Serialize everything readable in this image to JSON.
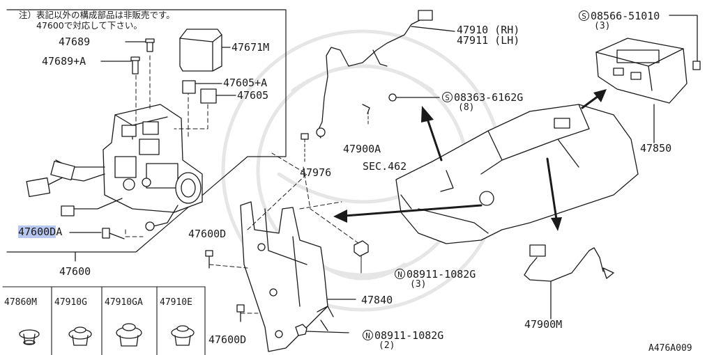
{
  "note": {
    "line1": "注）表記以外の構成部品は非販売です。",
    "line2": "47600で対応して下さい。"
  },
  "labels": {
    "p47689": "47689",
    "p47689a": "47689+A",
    "p47671m": "47671M",
    "p47605a": "47605+A",
    "p47605": "47605",
    "p47600d_hl": "47600D",
    "p47600d_hl_suffix": "A",
    "p47600": "47600",
    "p47910rh": "47910 (RH)",
    "p47911lh": "47911 (LH)",
    "p08363_sym": "S",
    "p08363": "08363-6162G",
    "p08363_qty": "(8)",
    "p47900a": "47900A",
    "p47976": "47976",
    "sec462": "SEC.462",
    "p08566_sym": "S",
    "p08566": "08566-51010",
    "p08566_qty": "(3)",
    "p47850": "47850",
    "p47600d_mid": "47600D",
    "p08911a_sym": "N",
    "p08911a": "08911-1082G",
    "p08911a_qty": "(3)",
    "p47840": "47840",
    "p47600d_low": "47600D",
    "p08911b_sym": "N",
    "p08911b": "08911-1082G",
    "p08911b_qty": "(2)",
    "p47900m": "47900M",
    "code": "A476A009"
  },
  "fastener_table": {
    "headers": [
      "47860M",
      "47910G",
      "47910GA",
      "47910E"
    ]
  }
}
